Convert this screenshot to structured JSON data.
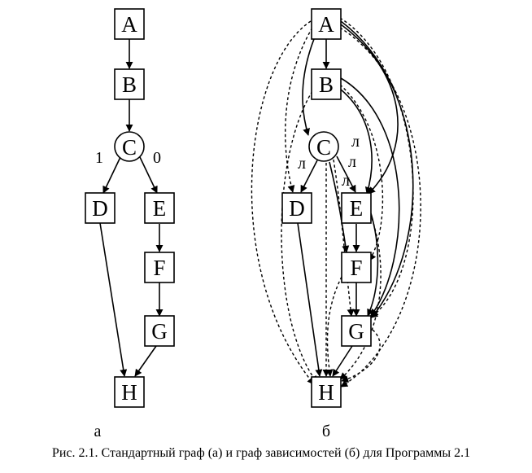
{
  "graph_a": {
    "nodes": {
      "A": "A",
      "B": "B",
      "C": "C",
      "D": "D",
      "E": "E",
      "F": "F",
      "G": "G",
      "H": "H"
    },
    "branch_true": "1",
    "branch_false": "0",
    "sublabel": "а"
  },
  "graph_b": {
    "nodes": {
      "A": "A",
      "B": "B",
      "C": "C",
      "D": "D",
      "E": "E",
      "F": "F",
      "G": "G",
      "H": "H"
    },
    "edge_label": "л",
    "sublabel": "б"
  },
  "caption": "Рис. 2.1. Стандартный граф (а) и граф зависимостей (б) для Программы 2.1"
}
